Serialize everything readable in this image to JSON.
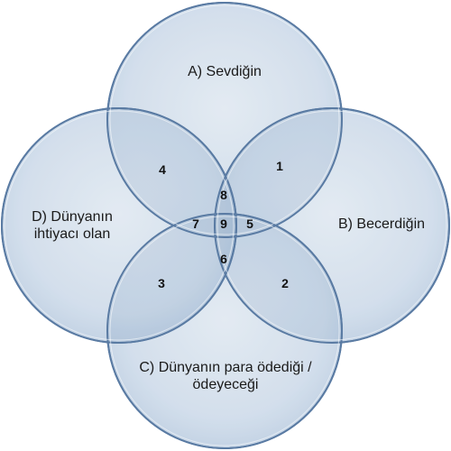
{
  "circles": {
    "a": {
      "label": "A) Sevdiğin"
    },
    "b": {
      "label": "B) Becerdiğin"
    },
    "c": {
      "label_line1": "C) Dünyanın para ödediği /",
      "label_line2": "ödeyeceği"
    },
    "d": {
      "label_line1": "D) Dünyanın",
      "label_line2": "ihtiyacı olan"
    }
  },
  "regions": [
    "1",
    "2",
    "3",
    "4",
    "5",
    "6",
    "7",
    "8",
    "9"
  ],
  "colors": {
    "circle_fill": "#dce6f2",
    "circle_stroke": "#5a7ba3",
    "overlap_fill": "#4f6f99"
  }
}
